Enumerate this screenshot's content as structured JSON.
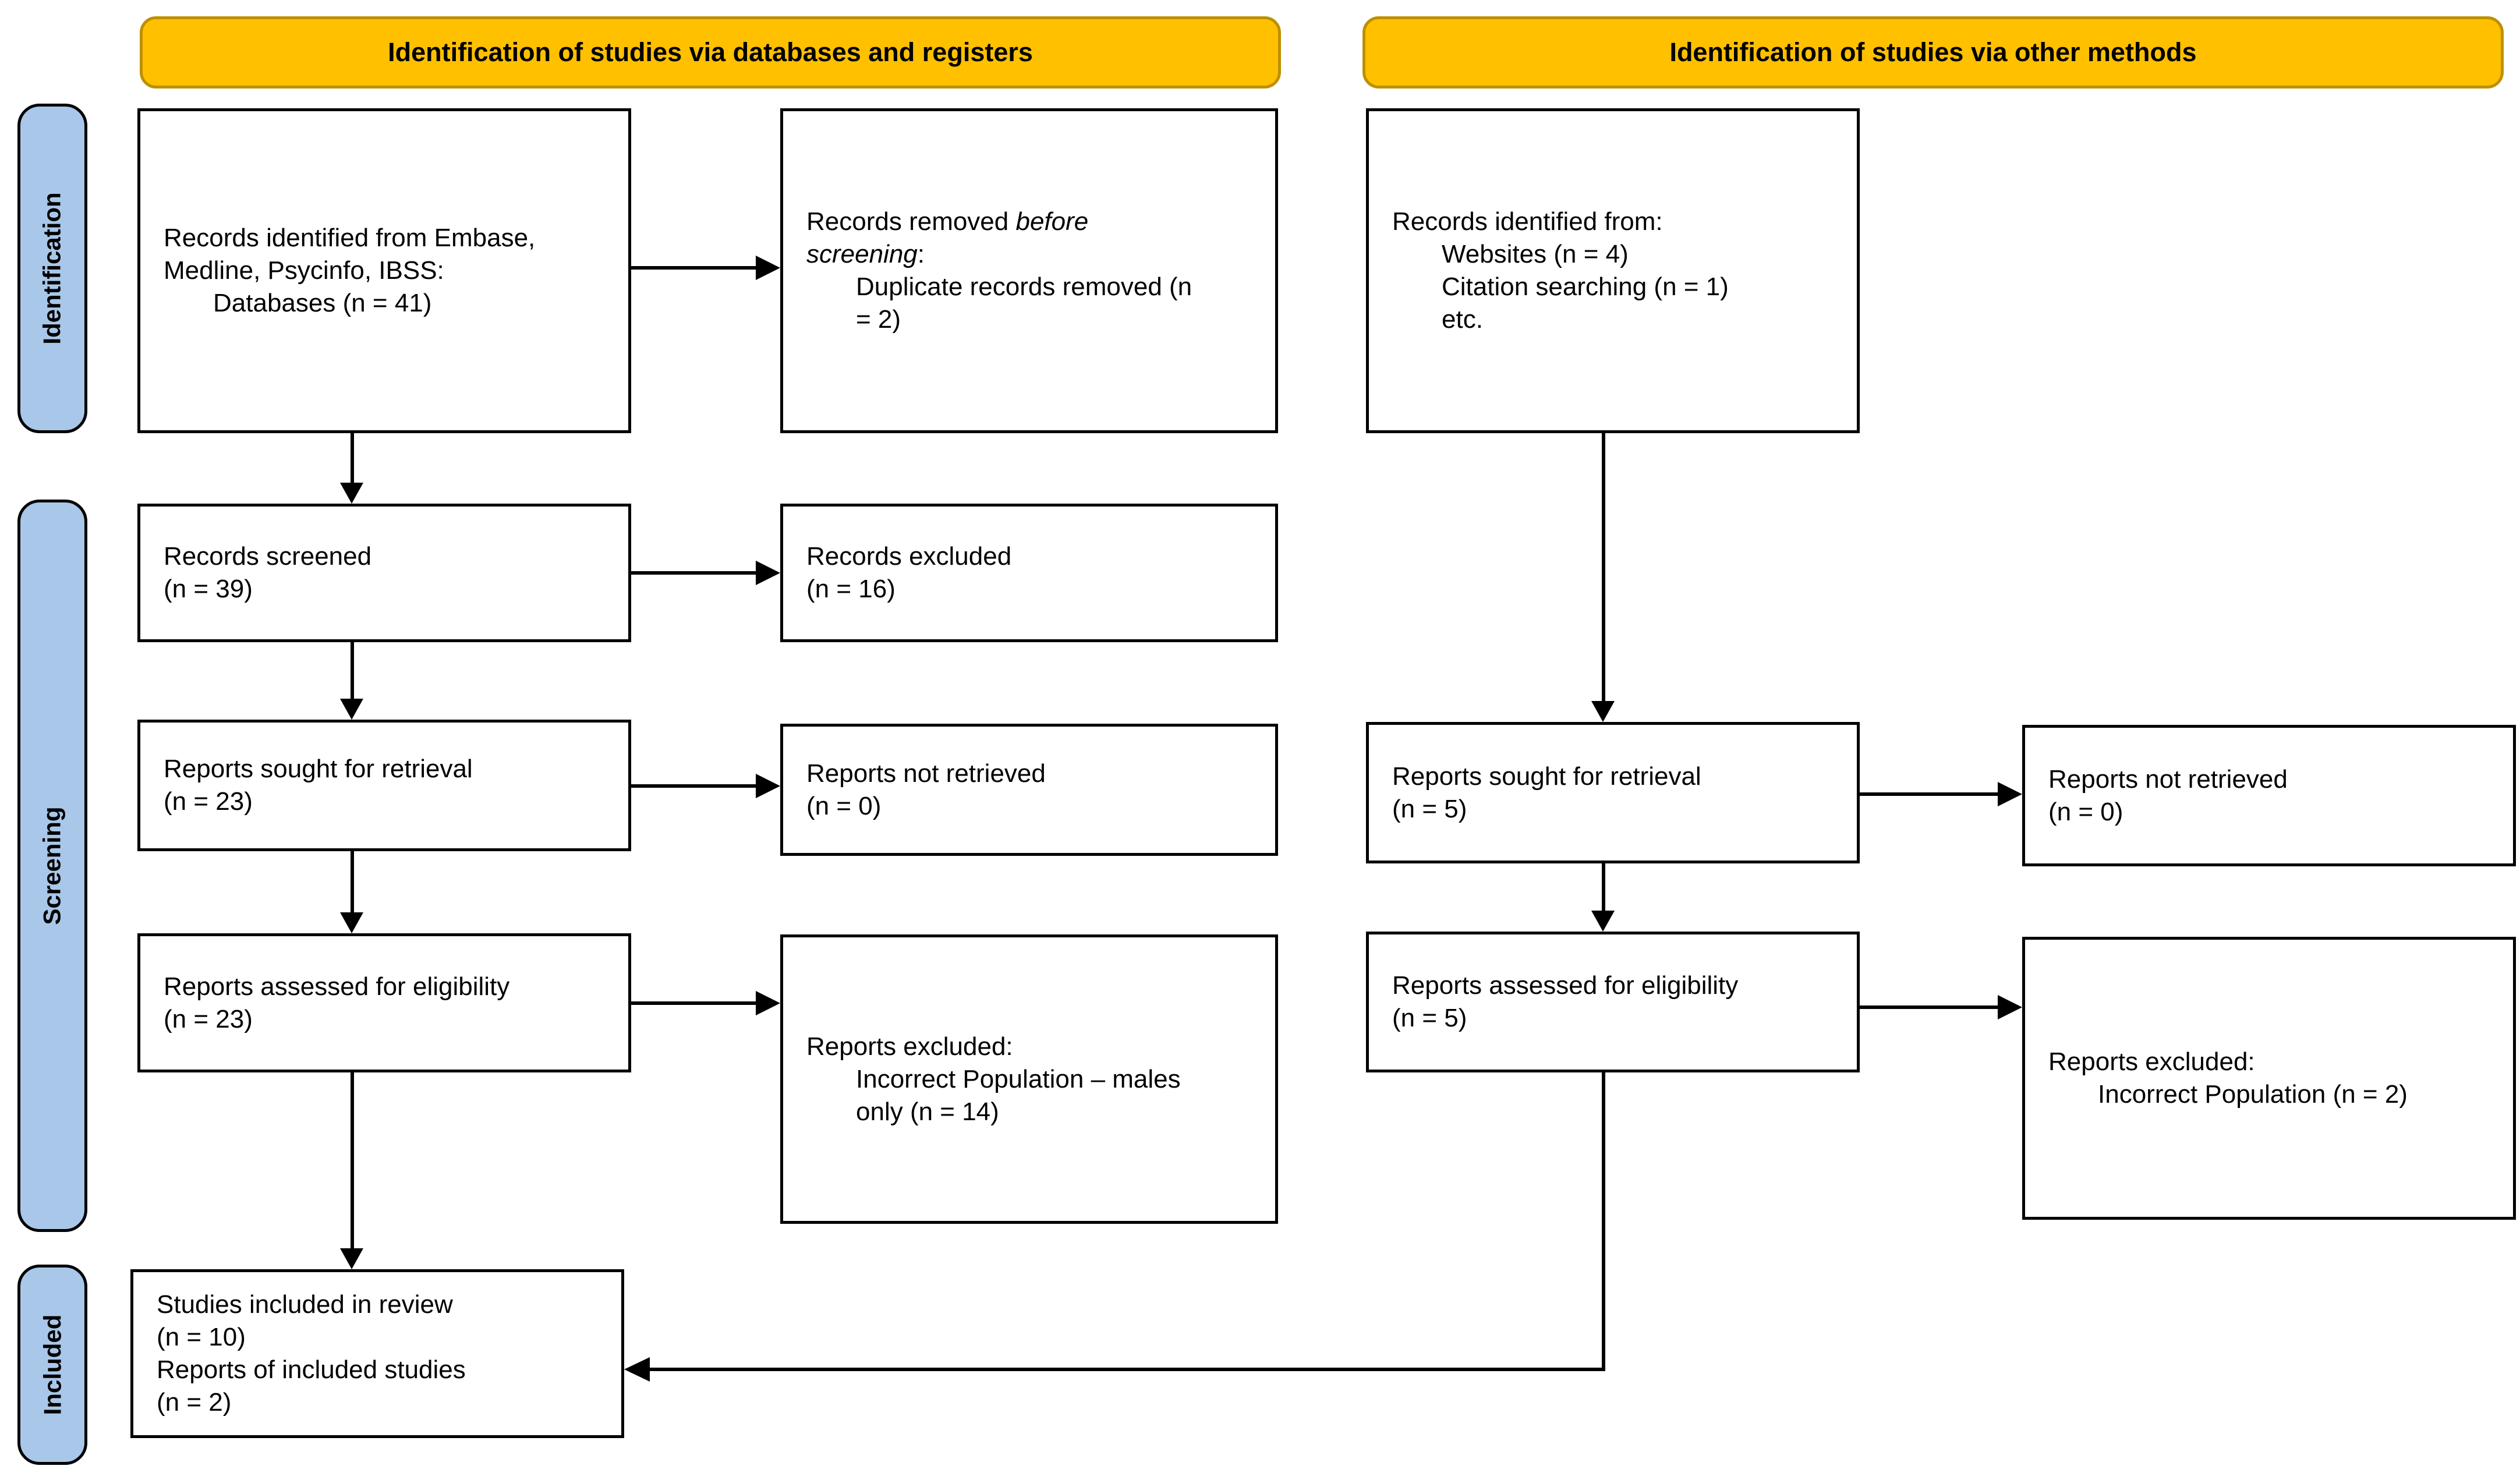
{
  "banners": {
    "databases": "Identification of studies via databases and registers",
    "other": "Identification of studies via other methods"
  },
  "stages": {
    "identification": "Identification",
    "screening": "Screening",
    "included": "Included"
  },
  "boxes": {
    "records_identified_db": {
      "l1": "Records identified from Embase,",
      "l2": "Medline, Psycinfo, IBSS:",
      "l3": "Databases (n = 41)"
    },
    "records_removed": {
      "l1_normal": "Records removed ",
      "l1_italic": "before",
      "l2_italic": "screening",
      "l2_normal": ":",
      "l3": "Duplicate records removed (n",
      "l4": "= 2)"
    },
    "records_identified_other": {
      "l1": "Records identified from:",
      "l2": "Websites (n = 4)",
      "l3": "Citation searching (n = 1)",
      "l4": "etc."
    },
    "records_screened": {
      "l1": "Records screened",
      "l2": "(n = 39)"
    },
    "records_excluded": {
      "l1": "Records excluded",
      "l2": "(n = 16)"
    },
    "reports_sought_db": {
      "l1": "Reports sought for retrieval",
      "l2": "(n = 23)"
    },
    "reports_not_retrieved_db": {
      "l1": "Reports not retrieved",
      "l2": "(n = 0)"
    },
    "reports_assessed_db": {
      "l1": "Reports assessed for eligibility",
      "l2": "(n = 23)"
    },
    "reports_excluded_db": {
      "l1": "Reports excluded:",
      "l2": "Incorrect Population – males",
      "l3": "only (n = 14)"
    },
    "studies_included": {
      "l1": "Studies included in review",
      "l2": "(n = 10)",
      "l3": "Reports of included studies",
      "l4": "(n = 2)"
    },
    "reports_sought_other": {
      "l1": "Reports sought for retrieval",
      "l2": "(n = 5)"
    },
    "reports_not_retrieved_other": {
      "l1": "Reports not retrieved",
      "l2": "(n = 0)"
    },
    "reports_assessed_other": {
      "l1": "Reports assessed for eligibility",
      "l2": "(n = 5)"
    },
    "reports_excluded_other": {
      "l1": "Reports excluded:",
      "l2": "Incorrect Population (n = 2)"
    }
  },
  "colors": {
    "banner_fill": "#FFC000",
    "banner_border": "#BD9000",
    "stage_fill": "#A9C7E9",
    "line_color": "#000000"
  }
}
